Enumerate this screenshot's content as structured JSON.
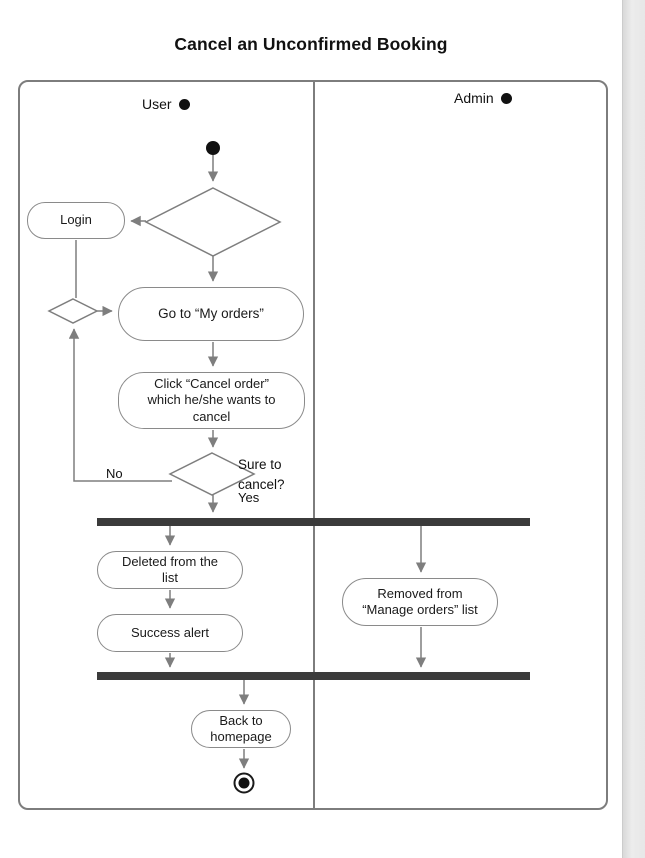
{
  "title": "Cancel an Unconfirmed Booking",
  "lanes": {
    "user": {
      "label": "User"
    },
    "admin": {
      "label": "Admin"
    }
  },
  "nodes": {
    "login": {
      "label": "Login"
    },
    "go_to_my_orders": {
      "label": "Go to “My orders”"
    },
    "click_cancel_order": {
      "label": "Click “Cancel order”\nwhich he/she wants to\ncancel"
    },
    "deleted_from_list": {
      "label": "Deleted from the\nlist"
    },
    "success_alert": {
      "label": "Success alert"
    },
    "removed_from_manage_orders": {
      "label": "Removed from\n“Manage orders” list"
    },
    "back_to_homepage": {
      "label": "Back to\nhomepage"
    }
  },
  "decision": {
    "question": "Sure to\ncancel?",
    "no_label": "No",
    "yes_label": "Yes"
  },
  "colors": {
    "connector_line": "#7e7e7e",
    "sync_bar": "#3b3b3b",
    "node_border": "#8a8a8a",
    "frame_border": "#7d7d7d",
    "text": "#1a1a1a",
    "scrollbar_track": "#e5e5e5"
  }
}
